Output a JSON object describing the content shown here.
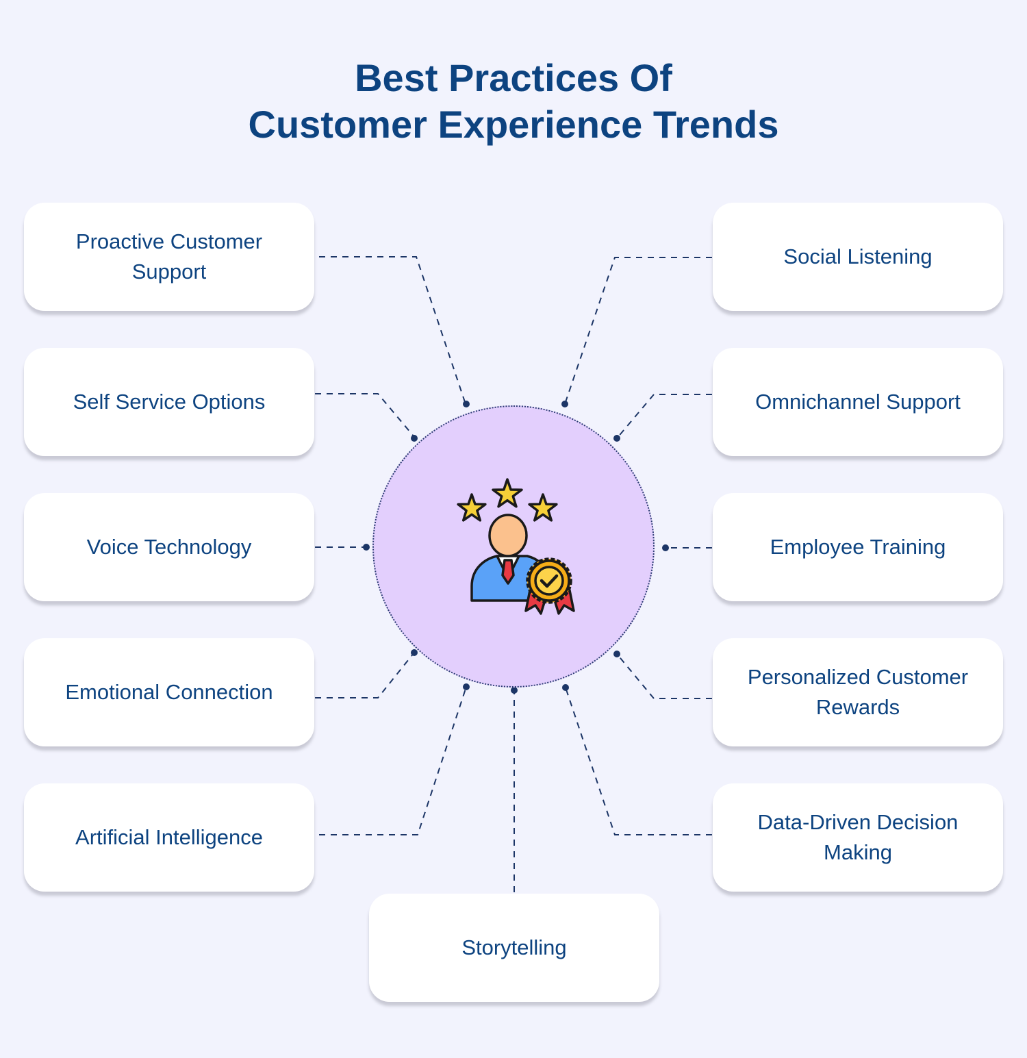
{
  "title": {
    "line1": "Best Practices Of",
    "line2": "Customer Experience Trends"
  },
  "center": {
    "icon": "employee-award-icon"
  },
  "practices": [
    "Proactive Customer Support",
    "Self Service Options",
    "Voice Technology",
    "Emotional Connection",
    "Artificial Intelligence",
    "Social Listening",
    "Omnichannel Support",
    "Employee Training",
    "Personalized Customer Rewards",
    "Data-Driven Decision Making",
    "Storytelling"
  ],
  "colors": {
    "background": "#f2f3fd",
    "title": "#0d4380",
    "card": "#ffffff",
    "hub": "#e3cffd",
    "connector": "#1c3566"
  }
}
